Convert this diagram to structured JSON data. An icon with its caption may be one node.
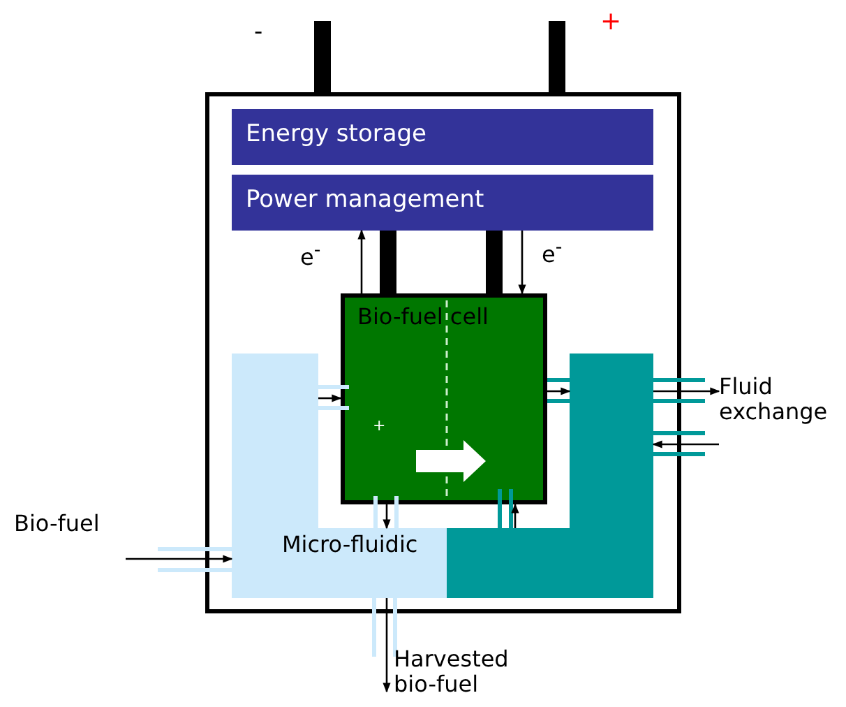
{
  "diagram": {
    "nodes": [
      {
        "text": [],
        "shape": "box"
      },
      {
        "text": [
          "Energy storage"
        ],
        "in": 0
      },
      {
        "text": [
          "Power management"
        ],
        "in": 0
      },
      {
        "text": [
          "Bio-fuel cell"
        ],
        "in": 0
      },
      {
        "text": [
          "Micro-fluidic"
        ],
        "in": 0
      },
      {
        "text": [],
        "shape": "box",
        "in": 0
      },
      {
        "text": [
          "Bio-fuel"
        ]
      },
      {
        "text": [
          "Harvested bio-fuel"
        ]
      },
      {
        "text": [
          "Fluid exchange"
        ]
      }
    ],
    "edges": [
      {
        "from": 3,
        "to": 2,
        "arrow": "to",
        "label": "e$^{-}$"
      },
      {
        "from": 2,
        "to": 3,
        "arrow": "to",
        "label": "e$^{-}$"
      },
      {
        "from": 4,
        "to": 3,
        "arrow": "to"
      },
      {
        "from": 3,
        "to": 5,
        "arrow": "to"
      },
      {
        "from": 3,
        "to": 4,
        "arrow": "to"
      },
      {
        "from": 5,
        "to": 3,
        "arrow": "to"
      },
      {
        "from": 6,
        "to": 4,
        "arrow": "to"
      },
      {
        "from": 4,
        "to": 7,
        "arrow": "to"
      },
      {
        "from": 5,
        "to": 8,
        "arrow": "to"
      },
      {
        "from": 8,
        "to": 5,
        "arrow": "to"
      }
    ],
    "labels": [
      "-",
      "+",
      "+"
    ]
  }
}
